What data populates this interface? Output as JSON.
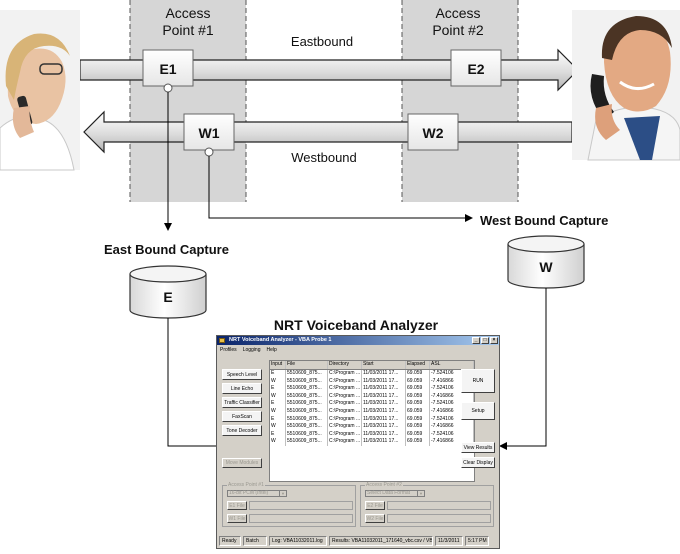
{
  "diagram": {
    "access_point_1": [
      "Access",
      "Point #1"
    ],
    "access_point_2": [
      "Access",
      "Point #2"
    ],
    "nodes": {
      "e1": "E1",
      "e2": "E2",
      "w1": "W1",
      "w2": "W2"
    },
    "eastbound_label": "Eastbound",
    "westbound_label": "Westbound",
    "east_capture_label": "East Bound Capture",
    "west_capture_label": "West Bound Capture",
    "east_db_label": "E",
    "west_db_label": "W",
    "analyzer_title": "NRT Voiceband Analyzer",
    "left_person": "woman-on-phone-photo",
    "right_person": "man-on-phone-photo"
  },
  "app": {
    "title": "NRT Voiceband Analyzer - VBA Probe 1",
    "menu": [
      "Profiles",
      "Logging",
      "Help"
    ],
    "left_buttons": [
      "Speech Level",
      "Line Echo",
      "Traffic Classifier",
      "FaxScan",
      "Tone Decoder"
    ],
    "move_modules_label": "Move Modules",
    "right_buttons": {
      "run": "RUN",
      "setup": "Setup",
      "view_results": "View Results",
      "clear_display": "Clear Display"
    },
    "table": {
      "headers": [
        "Input",
        "File",
        "Directory",
        "Start",
        "Elapsed",
        "ASL"
      ],
      "rows": [
        [
          "E",
          "5510609_875...",
          "C:\\Program ...",
          "11/03/2011 17...",
          "69.059",
          "-7.524106"
        ],
        [
          "W",
          "5510609_875...",
          "C:\\Program ...",
          "11/03/2011 17...",
          "69.059",
          "-7.416866"
        ],
        [
          "E",
          "5510609_875...",
          "C:\\Program ...",
          "11/03/2011 17...",
          "69.059",
          "-7.524106"
        ],
        [
          "W",
          "5510609_875...",
          "C:\\Program ...",
          "11/03/2011 17...",
          "69.059",
          "-7.416866"
        ],
        [
          "E",
          "5510609_875...",
          "C:\\Program ...",
          "11/03/2011 17...",
          "69.059",
          "-7.524106"
        ],
        [
          "W",
          "5510609_875...",
          "C:\\Program ...",
          "11/03/2011 17...",
          "69.059",
          "-7.416866"
        ],
        [
          "E",
          "5510609_875...",
          "C:\\Program ...",
          "11/03/2011 17...",
          "69.059",
          "-7.524106"
        ],
        [
          "W",
          "5510609_875...",
          "C:\\Program ...",
          "11/03/2011 17...",
          "69.059",
          "-7.416866"
        ],
        [
          "E",
          "5510609_875...",
          "C:\\Program ...",
          "11/03/2011 17...",
          "69.059",
          "-7.524106"
        ],
        [
          "W",
          "5510609_875...",
          "C:\\Program ...",
          "11/03/2011 17...",
          "69.059",
          "-7.416866"
        ]
      ]
    },
    "ap1": {
      "legend": "Access Point #1",
      "format": "16-bit PCM (Intel)",
      "e1_file": "E1 File",
      "w1_file": "W1 File"
    },
    "ap2": {
      "legend": "Access Point #2",
      "format": "Select Data Format",
      "e2_file": "E2 File",
      "w2_file": "W2 File"
    },
    "status": [
      "Ready",
      "Batch",
      "Log: VBA11032011.log",
      "Results: VBA11032011_171640_vbc.csv / VBA",
      "11/3/2011",
      "5:17 PM"
    ]
  }
}
